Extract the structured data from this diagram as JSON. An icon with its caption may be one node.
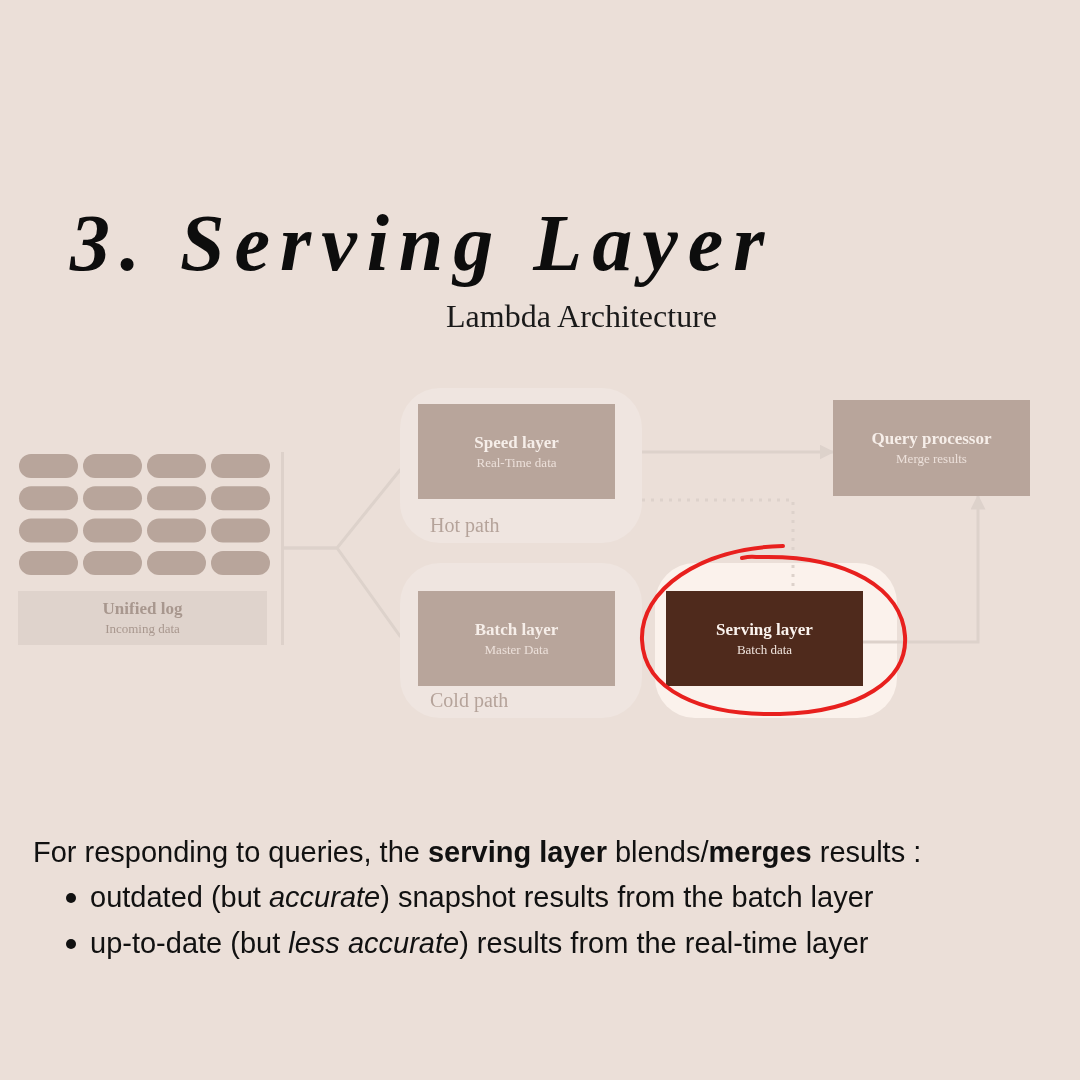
{
  "diagram": {
    "title": "3. Serving Layer",
    "nodes": [
      {
        "text": [
          "Unified log",
          "Incoming data"
        ]
      },
      {
        "text": [
          "Hot path"
        ]
      },
      {
        "text": [
          "Speed layer",
          "Real-Time data"
        ],
        "in": 1
      },
      {
        "text": [
          "Cold path"
        ]
      },
      {
        "text": [
          "Batch layer",
          "Master Data"
        ],
        "in": 3
      },
      {
        "text": [
          "Serving layer",
          "Batch data"
        ]
      },
      {
        "text": [
          "Query processor",
          "Merge results"
        ]
      }
    ],
    "edges": [
      {
        "from": 0,
        "to": 2,
        "arrow": "none"
      },
      {
        "from": 0,
        "to": 4,
        "arrow": "none"
      },
      {
        "from": 2,
        "to": 6,
        "arrow": "to"
      },
      {
        "from": 2,
        "to": 5,
        "arrow": "none",
        "style": "dashed"
      },
      {
        "from": 5,
        "to": 6,
        "arrow": "to"
      }
    ],
    "labels": [
      "Lambda Architecture",
      "For responding to queries, the **serving layer** blends/**merges** results :",
      "outdated (but *accurate*) snapshot results from the batch layer",
      "up-to-date (but *less accurate*) results from the real-time layer"
    ]
  }
}
